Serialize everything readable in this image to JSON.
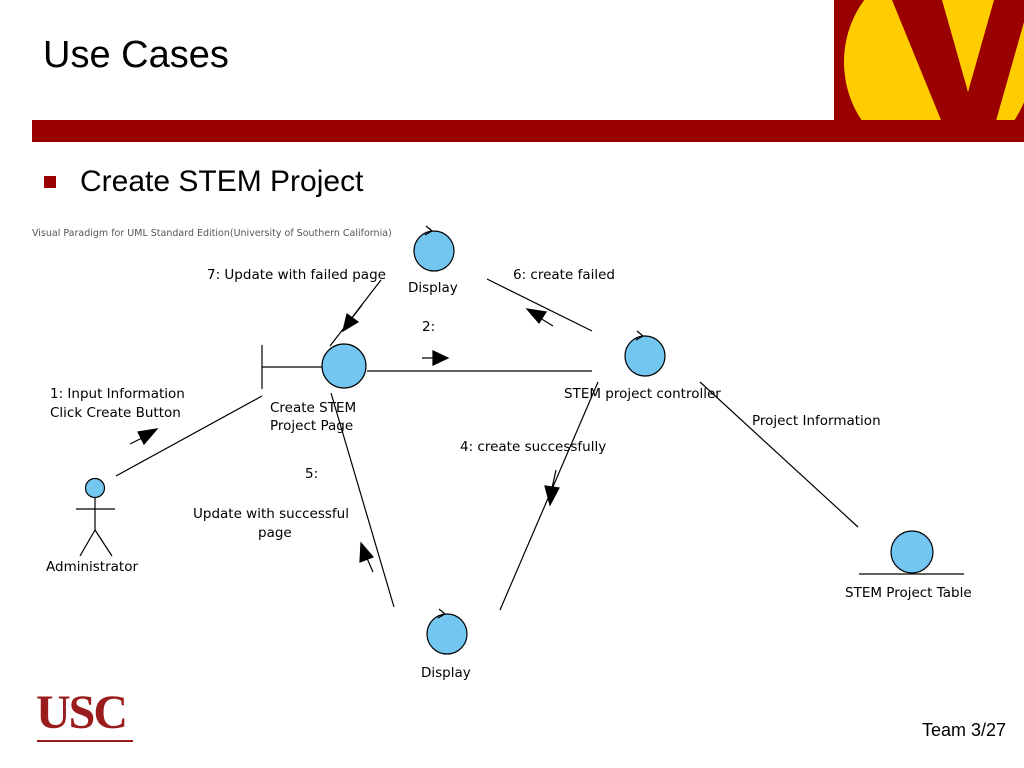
{
  "slide": {
    "title": "Use Cases",
    "bullet": "Create STEM Project",
    "footer_page": "Team 3/27"
  },
  "branding": {
    "bar_color": "#9b0000",
    "logo_v_color": "#9b0000",
    "logo_circle_color": "#ffcc00",
    "usc_logo_text": "USC",
    "usc_logo_color": "#9b1c1c"
  },
  "diagram": {
    "watermark": "Visual Paradigm for UML Standard Edition(University of Southern California)",
    "node_fill": "#73c6f0",
    "actor": {
      "label": "Administrator"
    },
    "boundary": {
      "label_line1": "Create STEM",
      "label_line2": "Project Page"
    },
    "controller": {
      "label": "STEM project controller"
    },
    "display_top": {
      "label": "Display"
    },
    "display_bottom": {
      "label": "Display"
    },
    "entity": {
      "label": "STEM Project Table"
    },
    "messages": {
      "m1_line1": "1: Input Information",
      "m1_line2": "Click Create Button",
      "m2": "2:",
      "m4": "4: create successfully",
      "m5_num": "5:",
      "m5_line1": "Update with successful",
      "m5_line2": "page",
      "m6": "6: create failed",
      "m7": "7: Update with failed page",
      "project_info": "Project Information"
    }
  }
}
